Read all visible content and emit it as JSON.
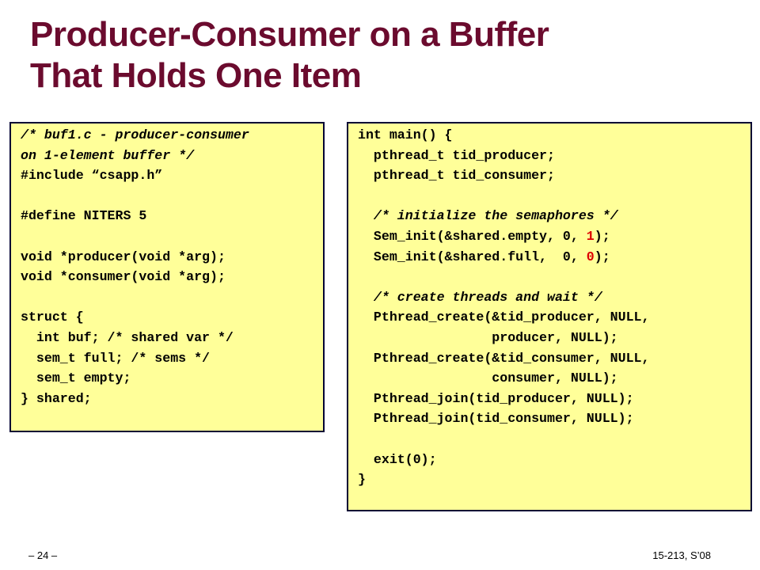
{
  "slide": {
    "title_line1": "Producer-Consumer on a Buffer",
    "title_line2": "That Holds One Item",
    "page_number": "– 24 –",
    "course": "15-213, S’08",
    "colors": {
      "title": "#6b0b2e",
      "code_bg": "#ffff99",
      "highlight": "#dd0000"
    }
  },
  "left_code": {
    "l1": "/* buf1.c - producer-consumer",
    "l2": "on 1-element buffer */",
    "l3": "#include “csapp.h”",
    "l4": "",
    "l5": "#define NITERS 5",
    "l6": "",
    "l7": "void *producer(void *arg);",
    "l8": "void *consumer(void *arg);",
    "l9": "",
    "l10": "struct {",
    "l11": "  int buf; /* shared var */",
    "l12": "  sem_t full; /* sems */",
    "l13": "  sem_t empty;",
    "l14": "} shared;"
  },
  "right_code": {
    "l1": "int main() {",
    "l2": "  pthread_t tid_producer;",
    "l3": "  pthread_t tid_consumer;",
    "l4": "",
    "l5": "  /* initialize the semaphores */",
    "l6_a": "  Sem_init(&shared.empty, 0, ",
    "l6_b": "1",
    "l6_c": ");",
    "l7_a": "  Sem_init(&shared.full,  0, ",
    "l7_b": "0",
    "l7_c": ");",
    "l8": "",
    "l9": "  /* create threads and wait */",
    "l10": "  Pthread_create(&tid_producer, NULL,",
    "l11": "                 producer, NULL);",
    "l12": "  Pthread_create(&tid_consumer, NULL,",
    "l13": "                 consumer, NULL);",
    "l14": "  Pthread_join(tid_producer, NULL);",
    "l15": "  Pthread_join(tid_consumer, NULL);",
    "l16": "",
    "l17": "  exit(0);",
    "l18": "}"
  }
}
